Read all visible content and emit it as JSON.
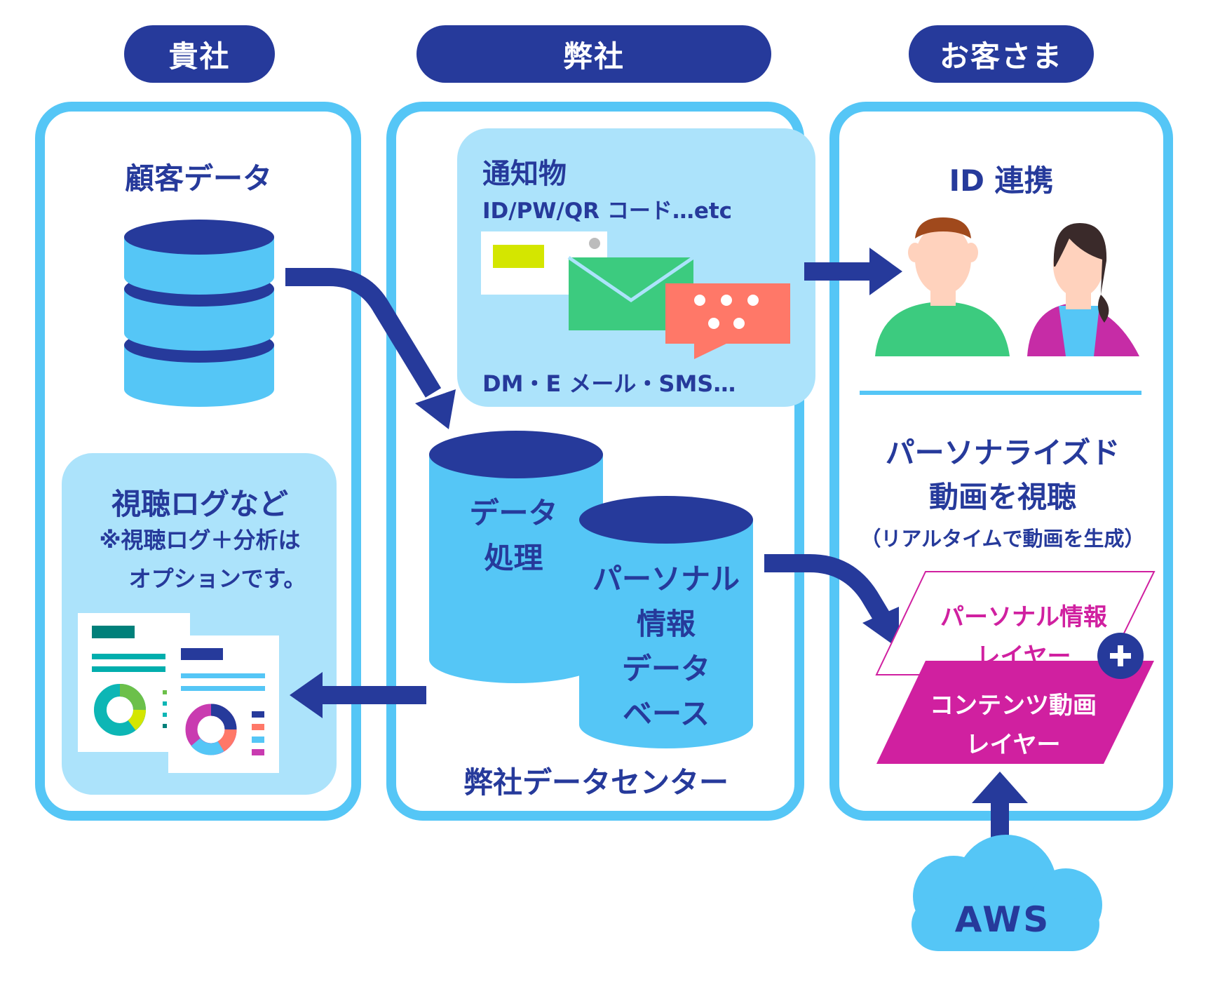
{
  "headers": {
    "client": "貴社",
    "company": "弊社",
    "customer": "お客さま"
  },
  "left": {
    "title": "顧客データ",
    "logs_title": "視聴ログなど",
    "logs_note_line1": "※視聴ログ＋分析は",
    "logs_note_line2": "オプションです。"
  },
  "center": {
    "notice_title": "通知物",
    "notice_sub": "ID/PW/QR コード…etc",
    "channels": "DM・E メール・SMS…",
    "processing_line1": "データ",
    "processing_line2": "処理",
    "db_line1": "パーソナル",
    "db_line2": "情報",
    "db_line3": "データ",
    "db_line4": "ベース",
    "datacenter": "弊社データセンター"
  },
  "right": {
    "id_title": "ID 連携",
    "video_line1": "パーソナライズド",
    "video_line2": "動画を視聴",
    "video_note": "（リアルタイムで動画を生成）",
    "personal_layer_line1": "パーソナル情報",
    "personal_layer_line2": "レイヤー",
    "content_layer_line1": "コンテンツ動画",
    "content_layer_line2": "レイヤー",
    "aws": "AWS"
  },
  "colors": {
    "navy": "#263a9b",
    "sky": "#55c6f6",
    "panel": "#ace3fb",
    "magenta": "#d020a0",
    "green": "#3ccb7f",
    "salmon": "#ff7868",
    "lime": "#d4e600"
  }
}
